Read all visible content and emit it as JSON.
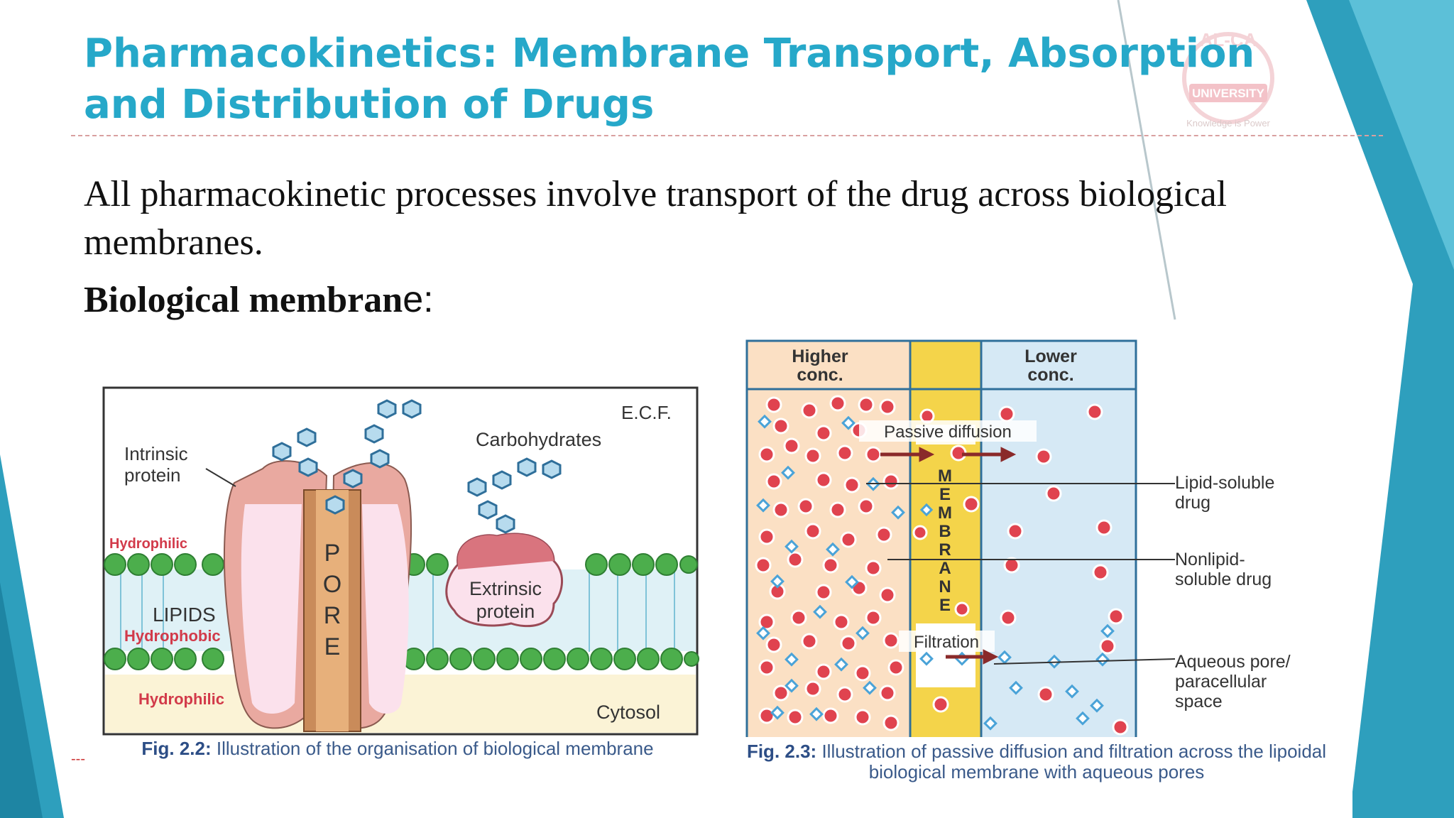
{
  "slide": {
    "title": "Pharmacokinetics: Membrane Transport, Absorption and Distribution of Drugs",
    "intro_text": "All pharmacokinetic processes involve transport of the drug across biological membranes.",
    "subheading_bold": "Biological membran",
    "subheading_tail": "e:",
    "marker": "---"
  },
  "logo": {
    "arc_text": "AL-CA",
    "ribbon_text": "UNIVERSITY",
    "tagline": "Knowledge is Power"
  },
  "fig_membrane": {
    "ecf_label": "E.C.F.",
    "carbohydrates_label": "Carbohydrates",
    "intrinsic_label_line1": "Intrinsic",
    "intrinsic_label_line2": "protein",
    "hydrophilic_top": "Hydrophilic",
    "lipids_label": "LIPIDS",
    "hydrophobic_label": "Hydrophobic",
    "hydrophilic_bottom": "Hydrophilic",
    "pore_letters": [
      "P",
      "O",
      "R",
      "E"
    ],
    "extrinsic_label_line1": "Extrinsic",
    "extrinsic_label_line2": "protein",
    "cytosol_label": "Cytosol",
    "caption_fig": "Fig. 2.2:",
    "caption_text": "Illustration of the organisation of biological membrane"
  },
  "fig_diffusion": {
    "higher_line1": "Higher",
    "higher_line2": "conc.",
    "lower_line1": "Lower",
    "lower_line2": "conc.",
    "passive_label": "Passive diffusion",
    "filtration_label": "Filtration",
    "membrane_letters": [
      "M",
      "E",
      "M",
      "B",
      "R",
      "A",
      "N",
      "E"
    ],
    "lipid_label_line1": "Lipid-soluble",
    "lipid_label_line2": "drug",
    "nonlipid_label_line1": "Nonlipid-",
    "nonlipid_label_line2": "soluble drug",
    "pore_label_line1": "Aqueous pore/",
    "pore_label_line2": "paracellular",
    "pore_label_line3": "space",
    "caption_fig": "Fig. 2.3:",
    "caption_text": "Illustration of passive diffusion and filtration across the lipoidal biological membrane with aqueous pores"
  },
  "colors": {
    "title": "#26a8c9",
    "teal_decor": "#2e9fbd",
    "lipid_head": "#3aa84a",
    "hydrophilic_text": "#d23a4a",
    "drug_red": "#e0434f",
    "drug_blue": "#4aa3d8",
    "membrane_yellow": "#f4d44a"
  }
}
